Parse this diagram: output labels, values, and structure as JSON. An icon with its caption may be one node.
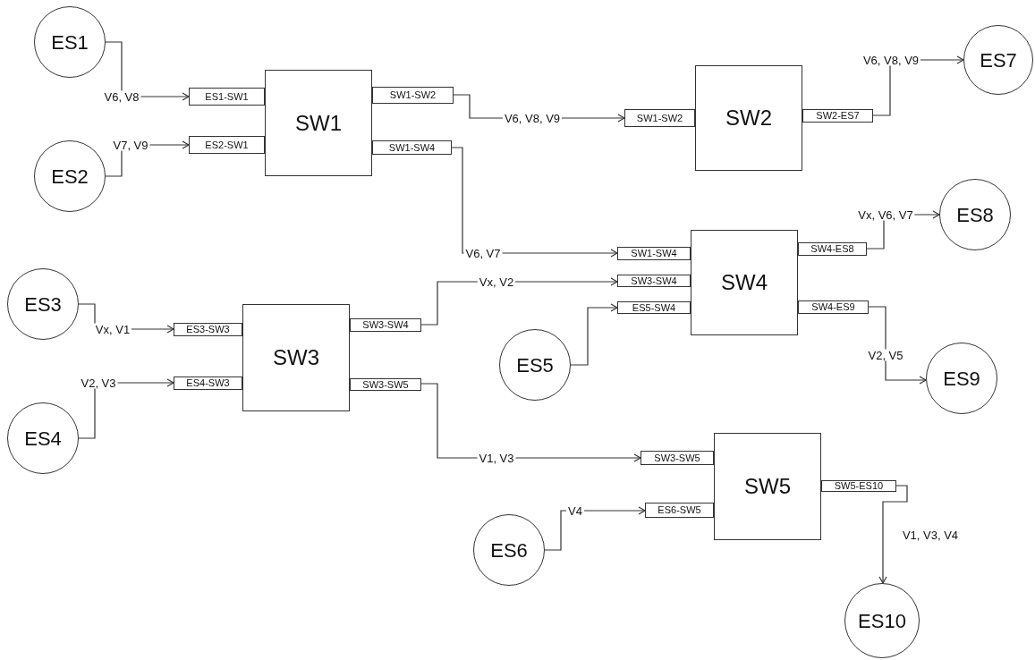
{
  "diagram": {
    "nodes": [
      {
        "text": [
          "ES1"
        ]
      },
      {
        "text": [
          "ES2"
        ]
      },
      {
        "text": [
          "ES1-SW1"
        ]
      },
      {
        "text": [
          "ES2-SW1"
        ]
      },
      {
        "text": [
          "SW1"
        ]
      },
      {
        "text": [
          "SW1-SW2"
        ]
      },
      {
        "text": [
          "SW1-SW4"
        ]
      },
      {
        "text": [
          "ES3"
        ]
      },
      {
        "text": [
          "ES4"
        ]
      },
      {
        "text": [
          "ES3-SW3"
        ]
      },
      {
        "text": [
          "ES4-SW3"
        ]
      },
      {
        "text": [
          "SW3"
        ]
      },
      {
        "text": [
          "SW3-SW4"
        ]
      },
      {
        "text": [
          "SW3-SW5"
        ]
      },
      {
        "text": [
          "SW1-SW2"
        ]
      },
      {
        "text": [
          "SW2"
        ]
      },
      {
        "text": [
          "SW2-ES7"
        ]
      },
      {
        "text": [
          "ES7"
        ]
      },
      {
        "text": [
          "SW1-SW4"
        ]
      },
      {
        "text": [
          "SW3-SW4"
        ]
      },
      {
        "text": [
          "ES5-SW4"
        ]
      },
      {
        "text": [
          "SW4"
        ]
      },
      {
        "text": [
          "SW4-ES8"
        ]
      },
      {
        "text": [
          "SW4-ES9"
        ]
      },
      {
        "text": [
          "ES8"
        ]
      },
      {
        "text": [
          "ES9"
        ]
      },
      {
        "text": [
          "ES5"
        ]
      },
      {
        "text": [
          "SW3-SW5"
        ]
      },
      {
        "text": [
          "ES6-SW5"
        ]
      },
      {
        "text": [
          "SW5"
        ]
      },
      {
        "text": [
          "SW5-ES10"
        ]
      },
      {
        "text": [
          "ES6"
        ]
      },
      {
        "text": [
          "ES10"
        ]
      }
    ],
    "edges": [
      {
        "from": 0,
        "to": 2,
        "arrow": "to",
        "label": "V6, V8"
      },
      {
        "from": 1,
        "to": 3,
        "arrow": "to",
        "label": "V7, V9"
      },
      {
        "from": 5,
        "to": 14,
        "arrow": "to",
        "label": "V6, V8, V9"
      },
      {
        "from": 6,
        "to": 18,
        "arrow": "to",
        "label": "V6, V7"
      },
      {
        "from": 7,
        "to": 9,
        "arrow": "to",
        "label": "Vx, V1"
      },
      {
        "from": 8,
        "to": 10,
        "arrow": "to",
        "label": "V2, V3"
      },
      {
        "from": 12,
        "to": 19,
        "arrow": "to",
        "label": "Vx, V2"
      },
      {
        "from": 13,
        "to": 27,
        "arrow": "to",
        "label": "V1, V3"
      },
      {
        "from": 16,
        "to": 17,
        "arrow": "to",
        "label": "V6, V8, V9"
      },
      {
        "from": 22,
        "to": 24,
        "arrow": "to",
        "label": "Vx, V6, V7"
      },
      {
        "from": 23,
        "to": 25,
        "arrow": "to",
        "label": "V2, V5"
      },
      {
        "from": 26,
        "to": 20,
        "arrow": "to"
      },
      {
        "from": 31,
        "to": 28,
        "arrow": "to",
        "label": "V4"
      },
      {
        "from": 30,
        "to": 32,
        "arrow": "to",
        "label": "V1, V3, V4"
      }
    ]
  }
}
